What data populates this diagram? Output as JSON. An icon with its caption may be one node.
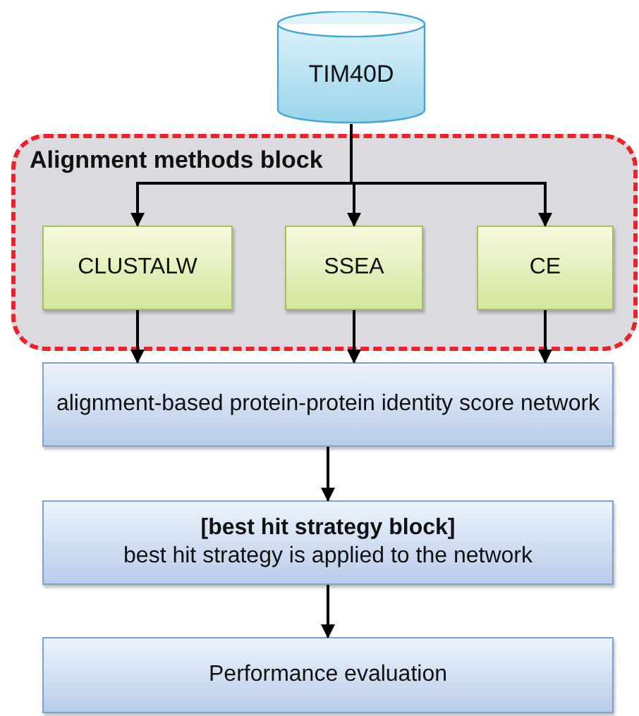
{
  "diagram": {
    "nodes": [
      {
        "text": [
          "TIM40D"
        ]
      },
      {
        "text": [
          "Alignment methods block"
        ]
      },
      {
        "text": [
          "CLUSTALW"
        ],
        "in": 1
      },
      {
        "text": [
          "SSEA"
        ],
        "in": 1
      },
      {
        "text": [
          "CE"
        ],
        "in": 1
      },
      {
        "text": [
          "alignment-based protein-protein identity score network"
        ]
      },
      {
        "text": [
          "[best hit strategy block]",
          "best hit strategy is applied to the network"
        ]
      },
      {
        "text": [
          "Performance evaluation"
        ]
      }
    ],
    "edges": [
      {
        "from": 0,
        "to": 2,
        "arrow": "to"
      },
      {
        "from": 0,
        "to": 3,
        "arrow": "to"
      },
      {
        "from": 0,
        "to": 4,
        "arrow": "to"
      },
      {
        "from": 2,
        "to": 5,
        "arrow": "to"
      },
      {
        "from": 3,
        "to": 5,
        "arrow": "to"
      },
      {
        "from": 4,
        "to": 5,
        "arrow": "to"
      },
      {
        "from": 5,
        "to": 6,
        "arrow": "to"
      },
      {
        "from": 6,
        "to": 7,
        "arrow": "to"
      }
    ]
  }
}
